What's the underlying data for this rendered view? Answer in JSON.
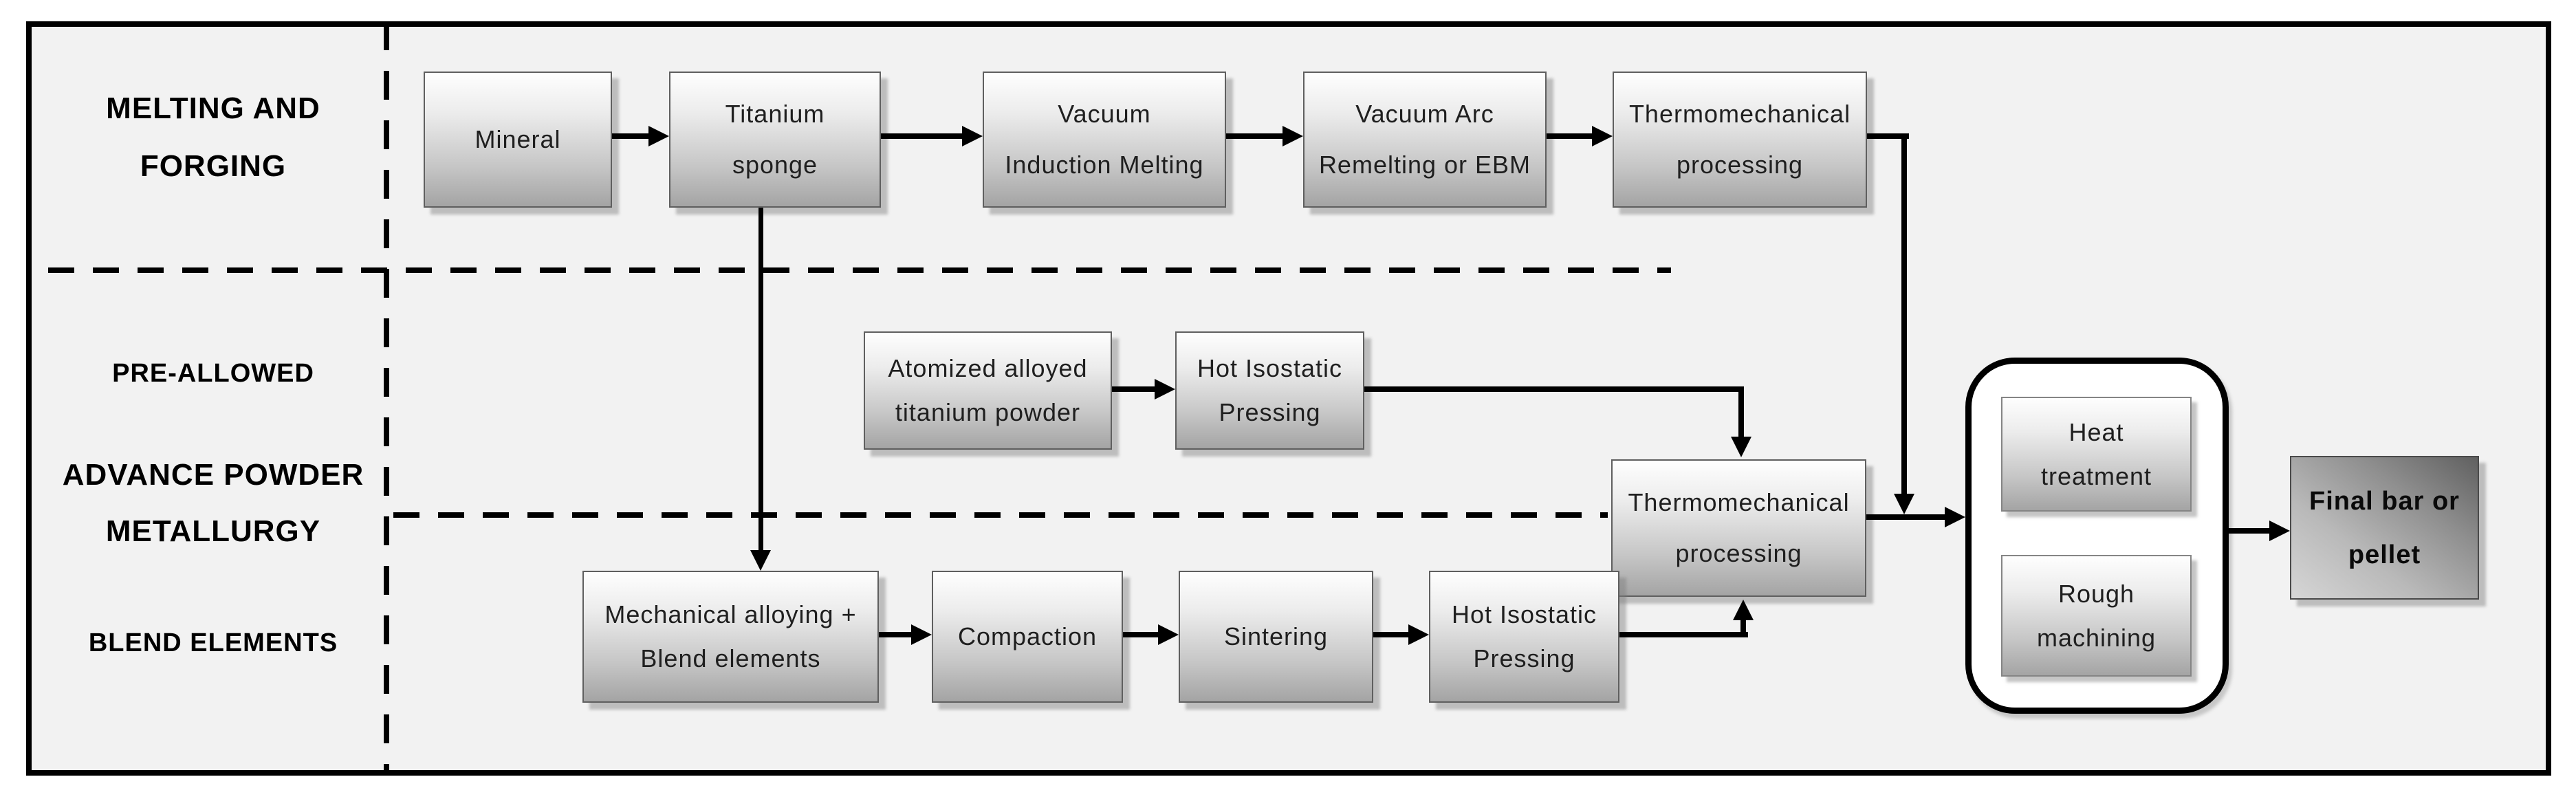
{
  "sections": {
    "melting_forging": "MELTING AND\nFORGING",
    "pre_allowed": "PRE-ALLOWED",
    "advance_powder_metallurgy": "ADVANCE POWDER\nMETALLURGY",
    "blend_elements": "BLEND ELEMENTS"
  },
  "nodes": {
    "mineral": "Mineral",
    "titanium_sponge": "Titanium\nsponge",
    "vacuum_induction_melting": "Vacuum\nInduction Melting",
    "vacuum_arc_remelting": "Vacuum Arc\nRemelting or EBM",
    "thermomechanical_top": "Thermomechanical\nprocessing",
    "atomized_powder": "Atomized alloyed\ntitanium powder",
    "hip_pre_alloyed": "Hot Isostatic\nPressing",
    "thermomechanical_mid": "Thermomechanical\nprocessing",
    "mechanical_alloying": "Mechanical alloying +\nBlend elements",
    "compaction": "Compaction",
    "sintering": "Sintering",
    "hip_blend": "Hot Isostatic\nPressing",
    "heat_treatment": "Heat\ntreatment",
    "rough_machining": "Rough\nmachining",
    "final_product": "Final bar or\npellet"
  },
  "edges": [
    {
      "from": "mineral",
      "to": "titanium_sponge"
    },
    {
      "from": "titanium_sponge",
      "to": "vacuum_induction_melting"
    },
    {
      "from": "vacuum_induction_melting",
      "to": "vacuum_arc_remelting"
    },
    {
      "from": "vacuum_arc_remelting",
      "to": "thermomechanical_top"
    },
    {
      "from": "thermomechanical_top",
      "to": "finishing_group"
    },
    {
      "from": "titanium_sponge",
      "to": "mechanical_alloying"
    },
    {
      "from": "atomized_powder",
      "to": "hip_pre_alloyed"
    },
    {
      "from": "hip_pre_alloyed",
      "to": "thermomechanical_mid"
    },
    {
      "from": "mechanical_alloying",
      "to": "compaction"
    },
    {
      "from": "compaction",
      "to": "sintering"
    },
    {
      "from": "sintering",
      "to": "hip_blend"
    },
    {
      "from": "hip_blend",
      "to": "thermomechanical_mid"
    },
    {
      "from": "thermomechanical_mid",
      "to": "finishing_group"
    },
    {
      "from": "finishing_group",
      "to": "final_product"
    }
  ],
  "colors": {
    "page_background": "#ffffff",
    "panel_background": "#f2f2f2",
    "frame_border": "#000000",
    "connector": "#000000",
    "box_gradient_top": "#fefefe",
    "box_gradient_bottom": "#a4a4a4",
    "box_border": "#5f5f5f",
    "final_box_dark": "#606060",
    "final_box_light": "#d6d6d6",
    "text": "#1f1f1f"
  }
}
